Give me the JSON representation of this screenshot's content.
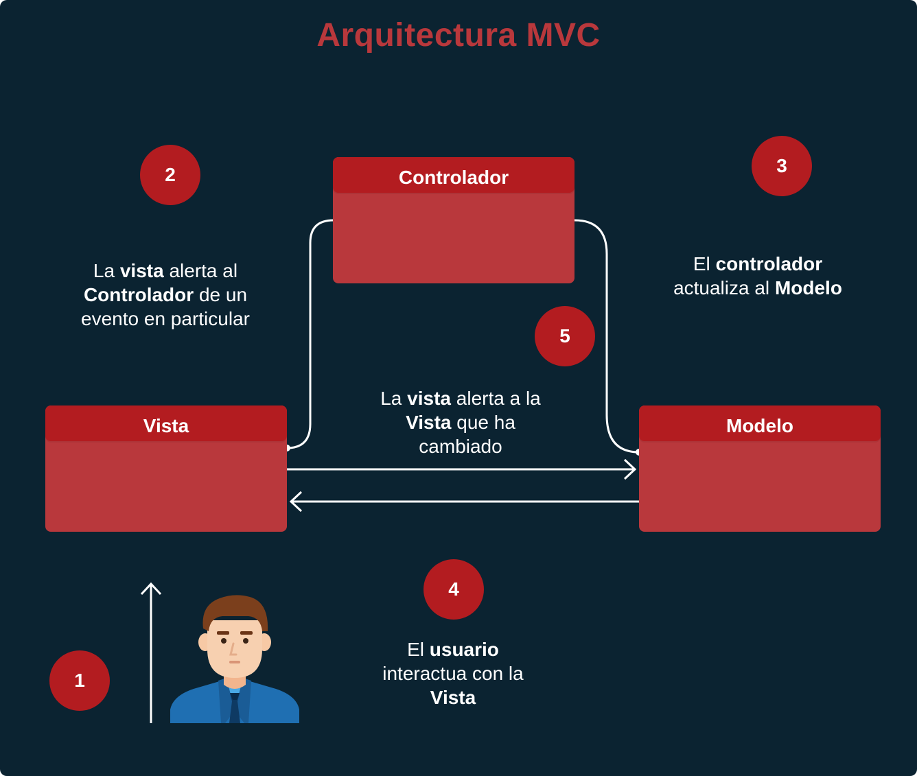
{
  "title": "Arquitectura MVC",
  "colors": {
    "background": "#0b2331",
    "accent": "#b9383c",
    "header": "#b31c20",
    "text": "#ffffff"
  },
  "boxes": {
    "controlador": "Controlador",
    "vista": "Vista",
    "modelo": "Modelo"
  },
  "steps": {
    "1": {
      "number": "1"
    },
    "2": {
      "number": "2",
      "t1": "La ",
      "b1": "vista",
      "t2": " alerta al",
      "b2": "Controlador",
      "t3": " de un",
      "t4": "evento en particular"
    },
    "3": {
      "number": "3",
      "t1": "El ",
      "b1": "controlador",
      "t2": "actualiza al ",
      "b2": "Modelo"
    },
    "4": {
      "number": "4",
      "t1": "El ",
      "b1": "usuario",
      "t2": "interactua con la",
      "b2": "Vista"
    },
    "5": {
      "number": "5",
      "t1": "La ",
      "b1": "vista",
      "t2": " alerta a la",
      "b2": "Vista",
      "t3": " que ha",
      "t4": "cambiado"
    }
  },
  "icons": {
    "user": "businessman-avatar-icon"
  }
}
